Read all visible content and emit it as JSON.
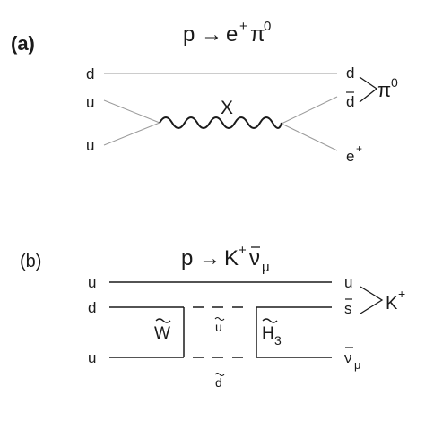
{
  "panel_a": {
    "label": "(a)",
    "process": {
      "initial": "p",
      "arrow": "→",
      "e": "e",
      "e_charge": "+",
      "pi": "π",
      "pi_charge": "0"
    },
    "quarks_left": {
      "top": "d",
      "mid": "u",
      "bottom": "u"
    },
    "quarks_right": {
      "top": "d",
      "mid": "d",
      "bottom": "e",
      "bottom_charge": "+"
    },
    "mediator": "X",
    "bracket_symbol": "π",
    "bracket_charge": "0"
  },
  "panel_b": {
    "label": "(b)",
    "process": {
      "initial": "p",
      "arrow": "→",
      "k": "K",
      "k_charge": "+",
      "nu": "ν",
      "nu_sub": "μ"
    },
    "quarks_left": {
      "top": "u",
      "mid": "d",
      "bottom": "u"
    },
    "quarks_right": {
      "top": "u",
      "mid": "s",
      "bottom": "ν",
      "bottom_sub": "μ"
    },
    "wino": "W",
    "squark_up": "u",
    "squark_down": "d",
    "higgsino": "H",
    "higgsino_sub": "3",
    "kaon": "K",
    "kaon_charge": "+"
  },
  "colors": {
    "line": "#1a1a1a",
    "thin_line": "#9a9a9a"
  }
}
